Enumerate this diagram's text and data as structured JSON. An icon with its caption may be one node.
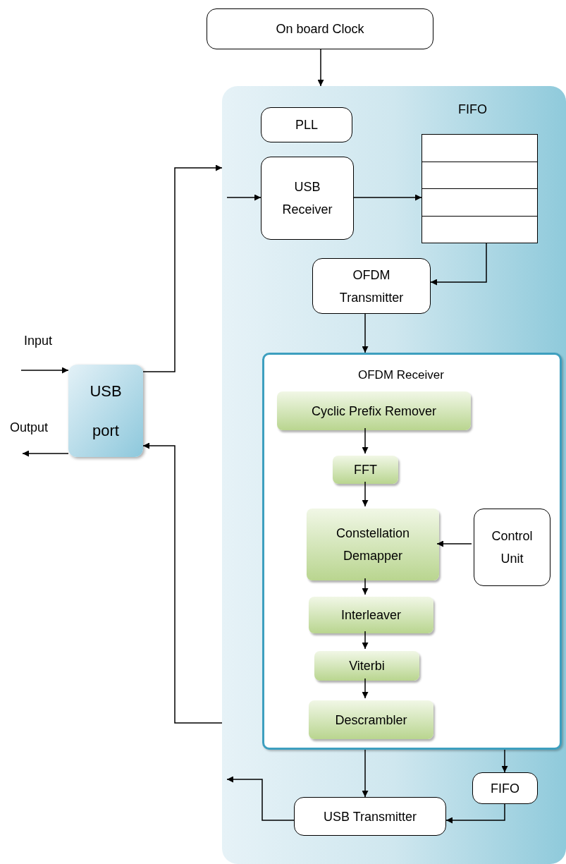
{
  "diagram": {
    "nodes": [
      {
        "text": [
          "On board Clock"
        ]
      },
      {
        "text": [],
        "shape": "box"
      },
      {
        "text": [
          "PLL"
        ],
        "in": 1
      },
      {
        "text": [
          "FIFO"
        ],
        "in": 1
      },
      {
        "text": [
          "USB Receiver"
        ],
        "in": 1
      },
      {
        "text": [
          "OFDM Transmitter"
        ],
        "in": 1
      },
      {
        "text": [
          "OFDM Receiver"
        ],
        "in": 1
      },
      {
        "text": [
          "Cyclic Prefix Remover"
        ],
        "in": 6
      },
      {
        "text": [
          "FFT"
        ],
        "in": 6
      },
      {
        "text": [
          "Constellation Demapper"
        ],
        "in": 6
      },
      {
        "text": [
          "Control Unit"
        ],
        "in": 6
      },
      {
        "text": [
          "Interleaver"
        ],
        "in": 6
      },
      {
        "text": [
          "Viterbi"
        ],
        "in": 6
      },
      {
        "text": [
          "Descrambler"
        ],
        "in": 6
      },
      {
        "text": [
          "FIFO"
        ],
        "in": 1
      },
      {
        "text": [
          "USB Transmitter"
        ],
        "in": 1
      },
      {
        "text": [
          "USB port"
        ]
      }
    ],
    "edges": [
      {
        "from": 0,
        "to": 1,
        "arrow": "to"
      },
      {
        "from": 16,
        "to": 1,
        "arrow": "to"
      },
      {
        "from": null,
        "to": 4,
        "arrow": "to"
      },
      {
        "from": 4,
        "to": 3,
        "arrow": "to"
      },
      {
        "from": 3,
        "to": 5,
        "arrow": "to"
      },
      {
        "from": 5,
        "to": 6,
        "arrow": "to"
      },
      {
        "from": 7,
        "to": 8,
        "arrow": "to"
      },
      {
        "from": 8,
        "to": 9,
        "arrow": "to"
      },
      {
        "from": 10,
        "to": 9,
        "arrow": "to"
      },
      {
        "from": 9,
        "to": 11,
        "arrow": "to"
      },
      {
        "from": 11,
        "to": 12,
        "arrow": "to"
      },
      {
        "from": 12,
        "to": 13,
        "arrow": "to"
      },
      {
        "from": 6,
        "to": 15,
        "arrow": "to"
      },
      {
        "from": 6,
        "to": 14,
        "arrow": "to"
      },
      {
        "from": 14,
        "to": 15,
        "arrow": "to"
      },
      {
        "from": 15,
        "to": null,
        "arrow": "to"
      },
      {
        "from": 1,
        "to": 16,
        "arrow": "to"
      },
      {
        "from": null,
        "to": 16,
        "arrow": "to"
      },
      {
        "from": 16,
        "to": null,
        "arrow": "to"
      }
    ],
    "labels": [
      "Input",
      "Output"
    ]
  }
}
